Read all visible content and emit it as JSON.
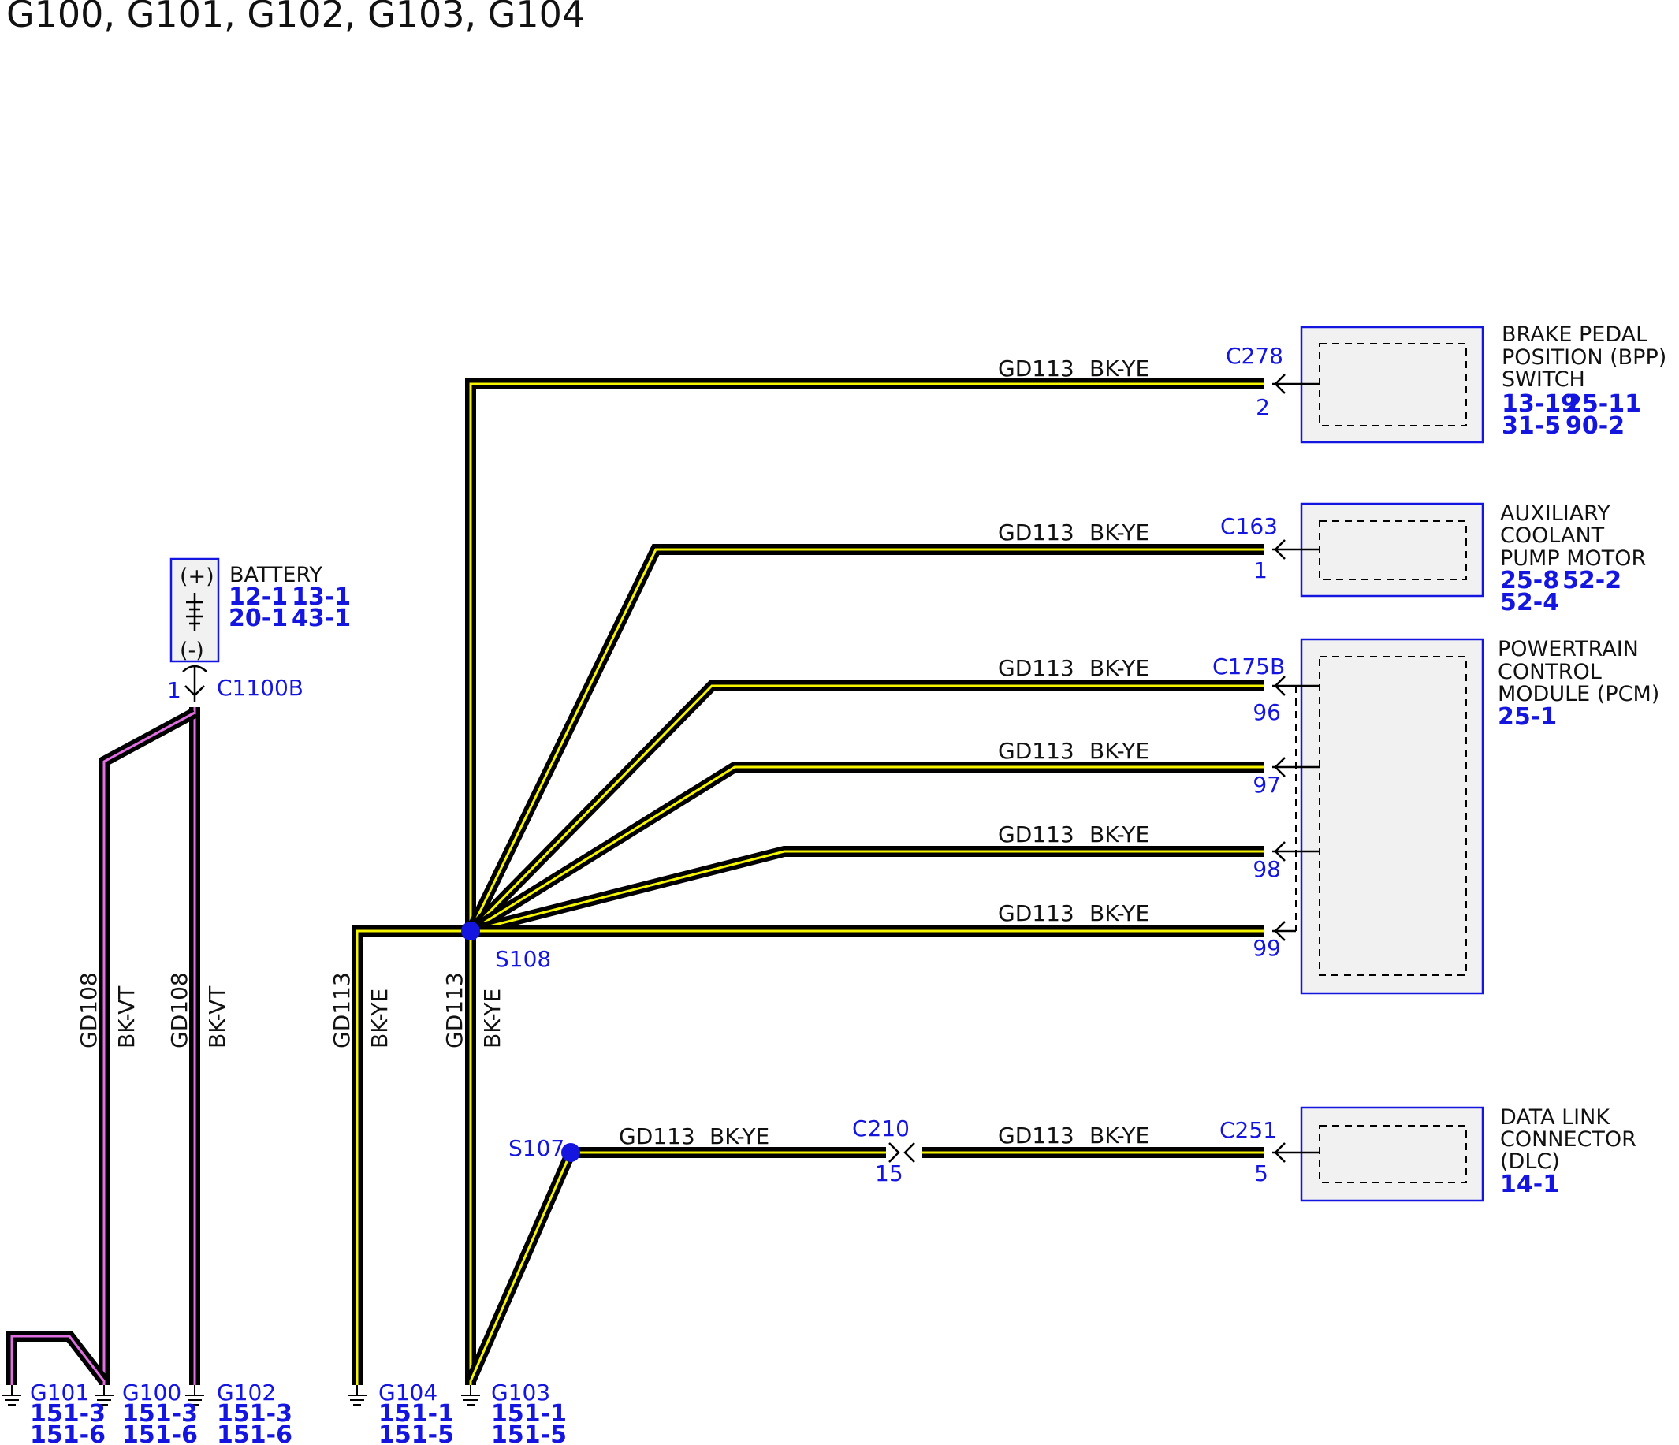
{
  "title": "G100, G101, G102, G103, G104",
  "wire_gd113": {
    "circuit": "GD113",
    "color": "BK-YE"
  },
  "wire_gd108": {
    "circuit": "GD108",
    "color": "BK-VT"
  },
  "splices": {
    "s108": "S108",
    "s107": "S107"
  },
  "battery": {
    "name": "BATTERY",
    "plus": "(+)",
    "minus": "(-)",
    "refs_row1": [
      "12-1",
      "13-1"
    ],
    "refs_row2": [
      "20-1",
      "43-1"
    ],
    "connector": "C1100B",
    "pin": "1"
  },
  "components": {
    "bpp": {
      "name_lines": [
        "BRAKE PEDAL",
        "POSITION (BPP)",
        "SWITCH"
      ],
      "refs_row1": [
        "13-19",
        "25-11"
      ],
      "refs_row2": [
        "31-5",
        "90-2"
      ],
      "connector": "C278",
      "pin": "2"
    },
    "acp": {
      "name_lines": [
        "AUXILIARY",
        "COOLANT",
        "PUMP MOTOR"
      ],
      "refs_row1": [
        "25-8",
        "52-2"
      ],
      "refs_row2": [
        "52-4"
      ],
      "connector": "C163",
      "pin": "1"
    },
    "pcm": {
      "name_lines": [
        "POWERTRAIN",
        "CONTROL",
        "MODULE (PCM)"
      ],
      "refs_row1": [
        "25-1"
      ],
      "connector": "C175B",
      "pins": [
        "96",
        "97",
        "98",
        "99"
      ]
    },
    "dlc": {
      "name_lines": [
        "DATA LINK",
        "CONNECTOR",
        "(DLC)"
      ],
      "refs_row1": [
        "14-1"
      ],
      "connector": "C251",
      "pin": "5"
    }
  },
  "inline_connector": {
    "name": "C210",
    "pin": "15"
  },
  "grounds": [
    {
      "name": "G101",
      "refs": [
        "151-3",
        "151-6"
      ]
    },
    {
      "name": "G100",
      "refs": [
        "151-3",
        "151-6"
      ]
    },
    {
      "name": "G102",
      "refs": [
        "151-3",
        "151-6"
      ]
    },
    {
      "name": "G104",
      "refs": [
        "151-1",
        "151-5"
      ]
    },
    {
      "name": "G103",
      "refs": [
        "151-1",
        "151-5"
      ]
    }
  ],
  "colors": {
    "wire_outline": "#000000",
    "bk_ye_stripe": "#f5f500",
    "bk_vt_stripe": "#e070e0",
    "reference_blue": "#1515e0",
    "component_fill": "#f1f1f1"
  }
}
